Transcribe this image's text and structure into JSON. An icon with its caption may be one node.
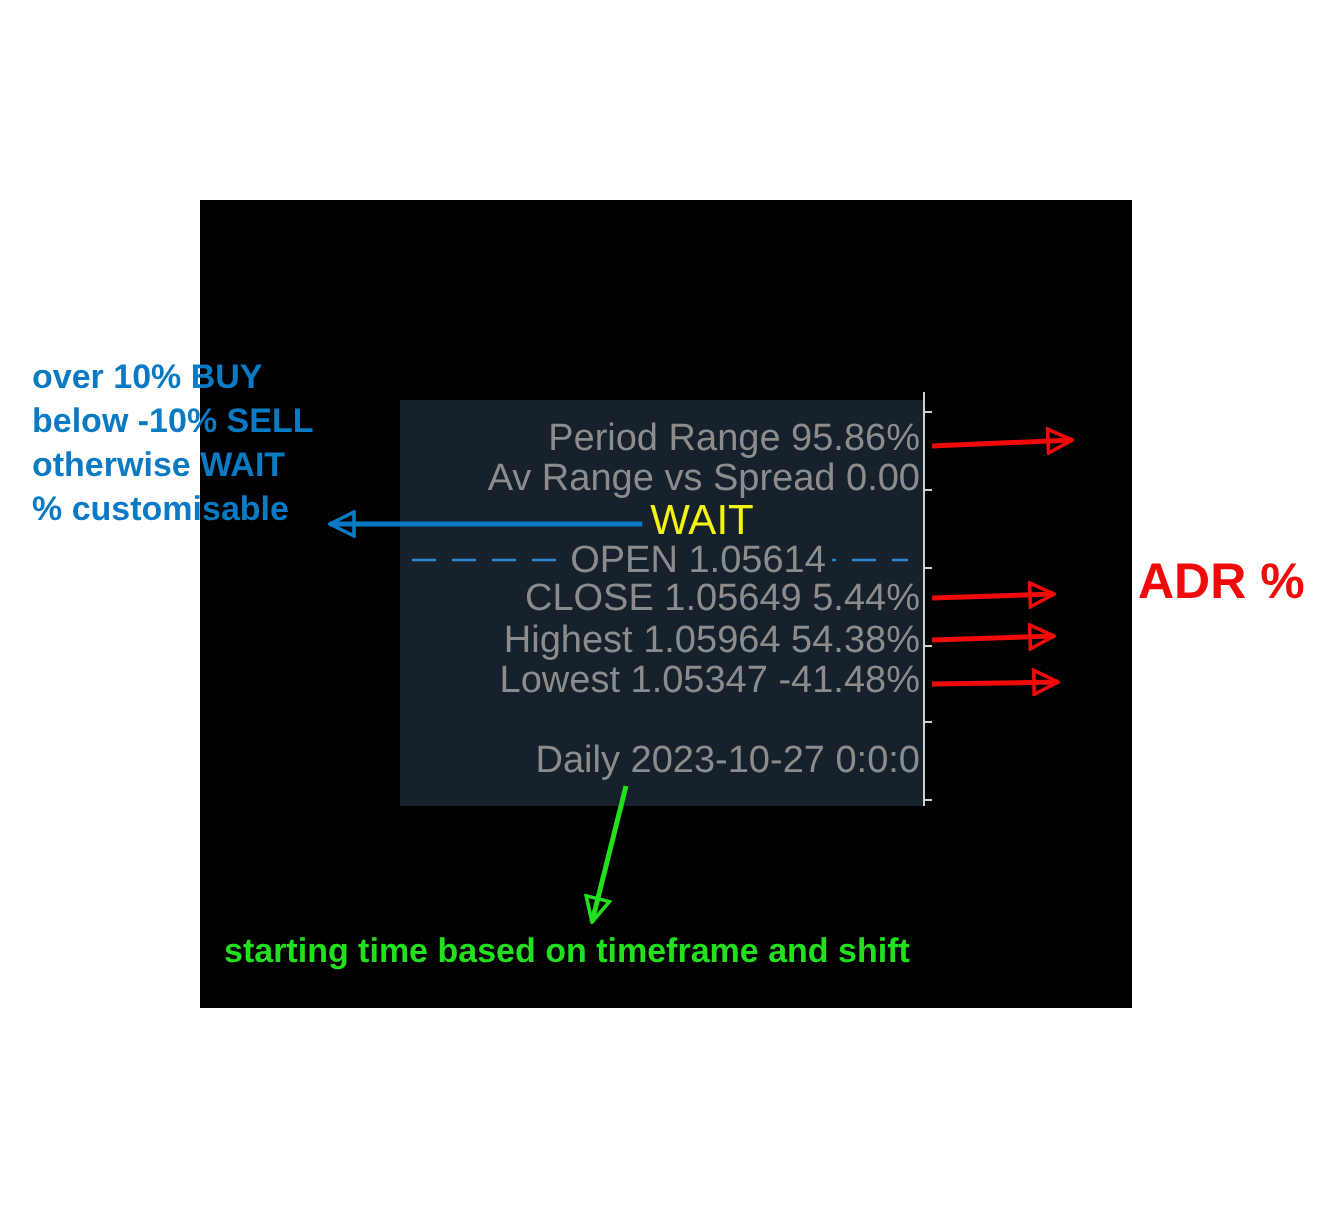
{
  "diagram": {
    "nodes": [
      {
        "text": [],
        "shape": "box"
      },
      {
        "text": [
          "Period Range 95.86%"
        ],
        "in": 0
      },
      {
        "text": [
          "Av Range vs Spread 0.00"
        ],
        "in": 0
      },
      {
        "text": [
          "WAIT"
        ],
        "in": 0
      },
      {
        "text": [
          "OPEN 1.05614"
        ],
        "in": 0
      },
      {
        "text": [
          "CLOSE 1.05649 5.44%"
        ],
        "in": 0
      },
      {
        "text": [
          "Highest 1.05964 54.38%"
        ],
        "in": 0
      },
      {
        "text": [
          "Lowest 1.05347 -41.48%"
        ],
        "in": 0
      },
      {
        "text": [
          "Daily 2023-10-27 0:0:0"
        ],
        "in": 0
      },
      {
        "text": [
          "over 10% BUY below -10% SELL otherwise WAIT % customisable"
        ]
      },
      {
        "text": [
          "starting time based on timeframe and shift"
        ]
      }
    ],
    "edges": [
      {
        "from": 3,
        "to": 9,
        "arrow": "to",
        "color": "#0a7ac4"
      },
      {
        "from": 1,
        "to": null,
        "arrow": "to"
      },
      {
        "from": 5,
        "to": null,
        "arrow": "to"
      },
      {
        "from": 6,
        "to": null,
        "arrow": "to"
      },
      {
        "from": 7,
        "to": null,
        "arrow": "to"
      },
      {
        "from": 8,
        "to": 10,
        "arrow": "to",
        "color": "#22e01e"
      }
    ],
    "labels": [
      "ADR %"
    ]
  }
}
